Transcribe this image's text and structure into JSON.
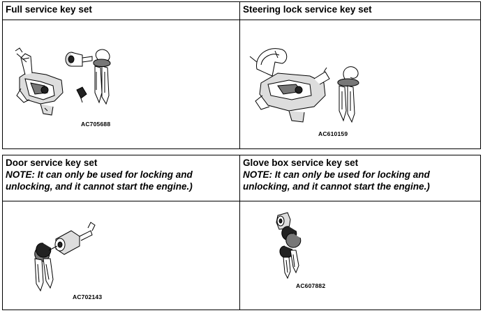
{
  "panels": [
    {
      "title": "Full service key set",
      "note": "",
      "code": "AC705688"
    },
    {
      "title": "Steering lock service key set",
      "note": "",
      "code": "AC610159"
    },
    {
      "title": "Door service key set",
      "note": "NOTE: It can only be used for locking and unlocking, and it cannot start the engine.)",
      "code": "AC702143"
    },
    {
      "title": "Glove box service key set",
      "note": "NOTE: It can only be used for locking and unlocking, and it cannot start the engine.)",
      "code": "AC607882"
    }
  ]
}
